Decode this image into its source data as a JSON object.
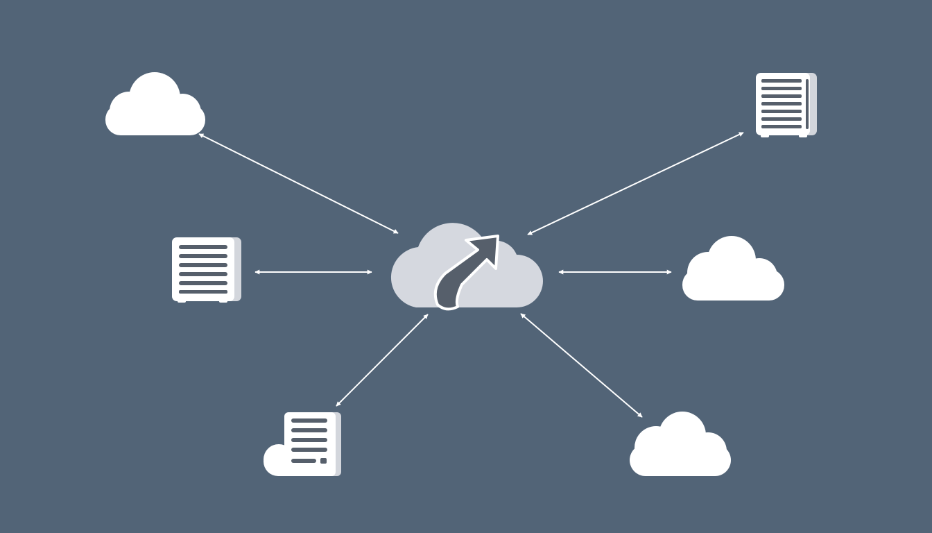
{
  "colors": {
    "background": "#526477",
    "node_fill": "#ffffff",
    "node_shade": "#d3d6dc",
    "hub_fill": "#d5d8df",
    "connector": "#ffffff",
    "hub_arrow_fill": "#565f6b"
  },
  "hub": {
    "icon": "cloud-upload-icon"
  },
  "nodes": [
    {
      "id": "cloud-top-left",
      "icon": "cloud-icon"
    },
    {
      "id": "server-top-right",
      "icon": "server-rack-icon"
    },
    {
      "id": "server-middle-left",
      "icon": "server-rack-icon"
    },
    {
      "id": "cloud-middle-right",
      "icon": "cloud-icon"
    },
    {
      "id": "document-bottom-left",
      "icon": "cloud-document-icon"
    },
    {
      "id": "cloud-bottom-right",
      "icon": "cloud-icon"
    }
  ],
  "connections": [
    {
      "from": "hub",
      "to": "cloud-top-left",
      "direction": "bidirectional"
    },
    {
      "from": "hub",
      "to": "server-top-right",
      "direction": "bidirectional"
    },
    {
      "from": "hub",
      "to": "server-middle-left",
      "direction": "bidirectional"
    },
    {
      "from": "hub",
      "to": "cloud-middle-right",
      "direction": "bidirectional"
    },
    {
      "from": "hub",
      "to": "document-bottom-left",
      "direction": "bidirectional"
    },
    {
      "from": "hub",
      "to": "cloud-bottom-right",
      "direction": "bidirectional"
    }
  ]
}
